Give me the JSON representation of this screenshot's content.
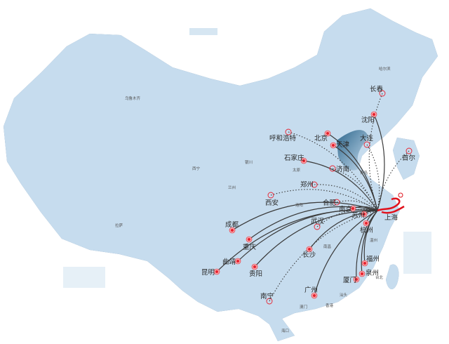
{
  "hub": "上海",
  "colors": {
    "land": "#c6dcee",
    "coast": "#2f6c93",
    "route": "#3a3a3a",
    "dot": "#e8212e",
    "hub_mark": "#e0121c"
  },
  "routes": [
    {
      "city": "长春",
      "style": "dashed"
    },
    {
      "city": "沈阳",
      "style": "solid"
    },
    {
      "city": "呼和浩特",
      "style": "dashed"
    },
    {
      "city": "北京",
      "style": "solid"
    },
    {
      "city": "天津",
      "style": "solid"
    },
    {
      "city": "大连",
      "style": "dashed"
    },
    {
      "city": "首尔",
      "style": "dashed"
    },
    {
      "city": "石家庄",
      "style": "solid"
    },
    {
      "city": "济南",
      "style": "dashed"
    },
    {
      "city": "郑州",
      "style": "dashed"
    },
    {
      "city": "西安",
      "style": "dashed"
    },
    {
      "city": "合肥",
      "style": "dashed"
    },
    {
      "city": "南京",
      "style": "solid"
    },
    {
      "city": "苏州",
      "style": "solid"
    },
    {
      "city": "杭州",
      "style": "solid"
    },
    {
      "city": "武汉",
      "style": "dashed"
    },
    {
      "city": "成都",
      "style": "solid"
    },
    {
      "city": "重庆",
      "style": "solid"
    },
    {
      "city": "曲靖",
      "style": "solid"
    },
    {
      "city": "昆明",
      "style": "solid"
    },
    {
      "city": "贵阳",
      "style": "solid"
    },
    {
      "city": "长沙",
      "style": "solid"
    },
    {
      "city": "南宁",
      "style": "dashed"
    },
    {
      "city": "广州",
      "style": "solid"
    },
    {
      "city": "厦门",
      "style": "solid"
    },
    {
      "city": "泉州",
      "style": "solid"
    },
    {
      "city": "福州",
      "style": "solid"
    }
  ],
  "other_labels": [
    "乌鲁木齐",
    "西宁",
    "银川",
    "兰州",
    "拉萨",
    "太原",
    "哈尔滨",
    "青岛",
    "洛阳",
    "南昌",
    "温州",
    "台北",
    "汕头",
    "香港",
    "澳门",
    "海口"
  ]
}
